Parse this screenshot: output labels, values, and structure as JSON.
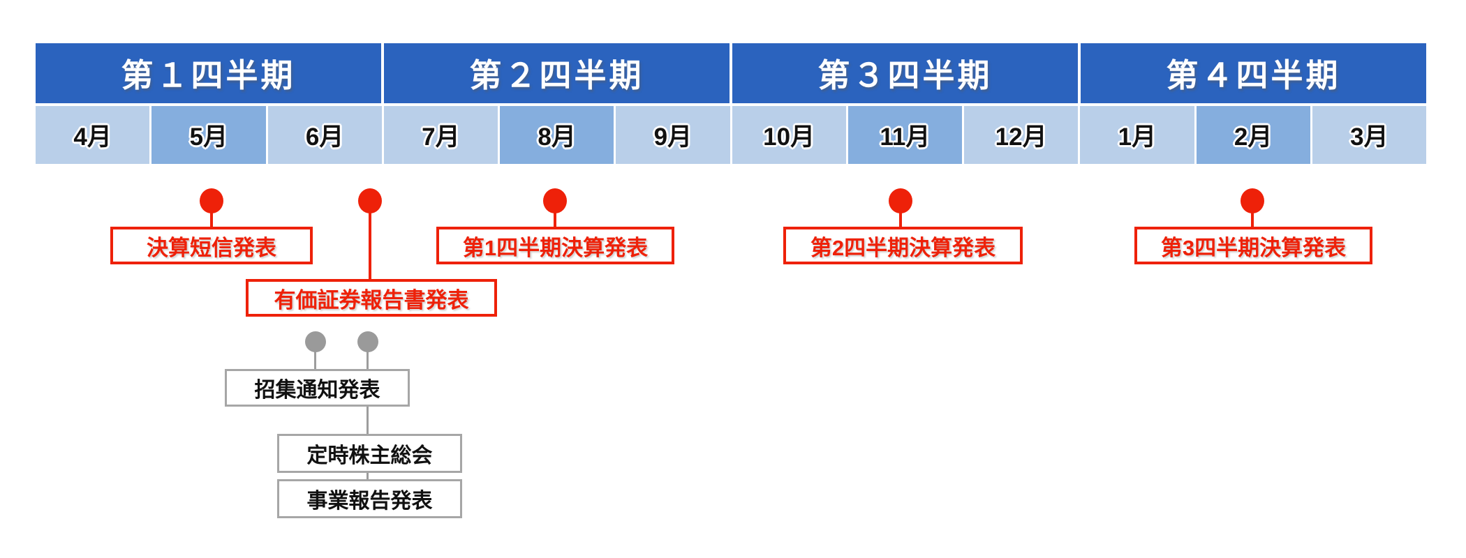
{
  "diagram": {
    "type": "annual-ir-schedule-timeline",
    "colors": {
      "quarter_header_bg": "#2b63be",
      "month_cell_bg": "#b9cfe9",
      "month_cell_highlight_bg": "#85aede",
      "event_red": "#ee2109",
      "event_gray": "#9d9d9d",
      "text_white": "#ffffff",
      "text_black": "#111111"
    }
  },
  "quarters": [
    {
      "label": "第１四半期"
    },
    {
      "label": "第２四半期"
    },
    {
      "label": "第３四半期"
    },
    {
      "label": "第４四半期"
    }
  ],
  "months": [
    {
      "label": "4月",
      "highlighted": false
    },
    {
      "label": "5月",
      "highlighted": true
    },
    {
      "label": "6月",
      "highlighted": false
    },
    {
      "label": "7月",
      "highlighted": false
    },
    {
      "label": "8月",
      "highlighted": true
    },
    {
      "label": "9月",
      "highlighted": false
    },
    {
      "label": "10月",
      "highlighted": false
    },
    {
      "label": "11月",
      "highlighted": true
    },
    {
      "label": "12月",
      "highlighted": false
    },
    {
      "label": "1月",
      "highlighted": false
    },
    {
      "label": "2月",
      "highlighted": true
    },
    {
      "label": "3月",
      "highlighted": false
    }
  ],
  "red_events": [
    {
      "label": "決算短信発表",
      "anchor_month": "5月"
    },
    {
      "label": "有価証券報告書発表",
      "anchor_month": "6月"
    },
    {
      "label": "第1四半期決算発表",
      "anchor_month": "8月"
    },
    {
      "label": "第2四半期決算発表",
      "anchor_month": "11月"
    },
    {
      "label": "第3四半期決算発表",
      "anchor_month": "2月"
    }
  ],
  "gray_events": [
    {
      "label": "招集通知発表",
      "anchor_month": "6月"
    },
    {
      "label": "定時株主総会",
      "anchor_month": "6月"
    },
    {
      "label": "事業報告発表",
      "anchor_month": "6月"
    }
  ]
}
